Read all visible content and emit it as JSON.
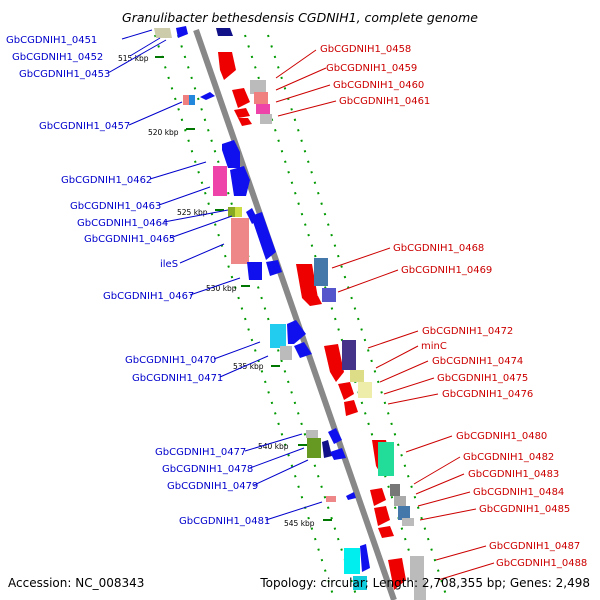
{
  "title": "Granulibacter bethesdensis CGDNIH1, complete genome",
  "footer": {
    "accession": "Accession: NC_008343",
    "summary": "Topology: circular; Length: 2,708,355 bp; Genes: 2,498"
  },
  "colors": {
    "backbone": "#888888",
    "left_label": "#0000cc",
    "right_label": "#cc0000",
    "forward_gene": "#0000ee",
    "reverse_gene": "#ee0000",
    "tick": "#007700"
  },
  "scale_labels": [
    "515 kbp",
    "520 kbp",
    "525 kbp",
    "530 kbp",
    "535 kbp",
    "540 kbp",
    "545 kbp"
  ],
  "left_labels": [
    "GbCGDNIH1_0451",
    "GbCGDNIH1_0452",
    "GbCGDNIH1_0453",
    "GbCGDNIH1_0457",
    "GbCGDNIH1_0462",
    "GbCGDNIH1_0463",
    "GbCGDNIH1_0464",
    "GbCGDNIH1_0465",
    "ileS",
    "GbCGDNIH1_0467",
    "GbCGDNIH1_0470",
    "GbCGDNIH1_0471",
    "GbCGDNIH1_0477",
    "GbCGDNIH1_0478",
    "GbCGDNIH1_0479",
    "GbCGDNIH1_0481"
  ],
  "right_labels": [
    "GbCGDNIH1_0458",
    "GbCGDNIH1_0459",
    "GbCGDNIH1_0460",
    "GbCGDNIH1_0461",
    "GbCGDNIH1_0468",
    "GbCGDNIH1_0469",
    "GbCGDNIH1_0472",
    "minC",
    "GbCGDNIH1_0474",
    "GbCGDNIH1_0475",
    "GbCGDNIH1_0476",
    "GbCGDNIH1_0480",
    "GbCGDNIH1_0482",
    "GbCGDNIH1_0483",
    "GbCGDNIH1_0484",
    "GbCGDNIH1_0485",
    "GbCGDNIH1_0487",
    "GbCGDNIH1_0488"
  ]
}
